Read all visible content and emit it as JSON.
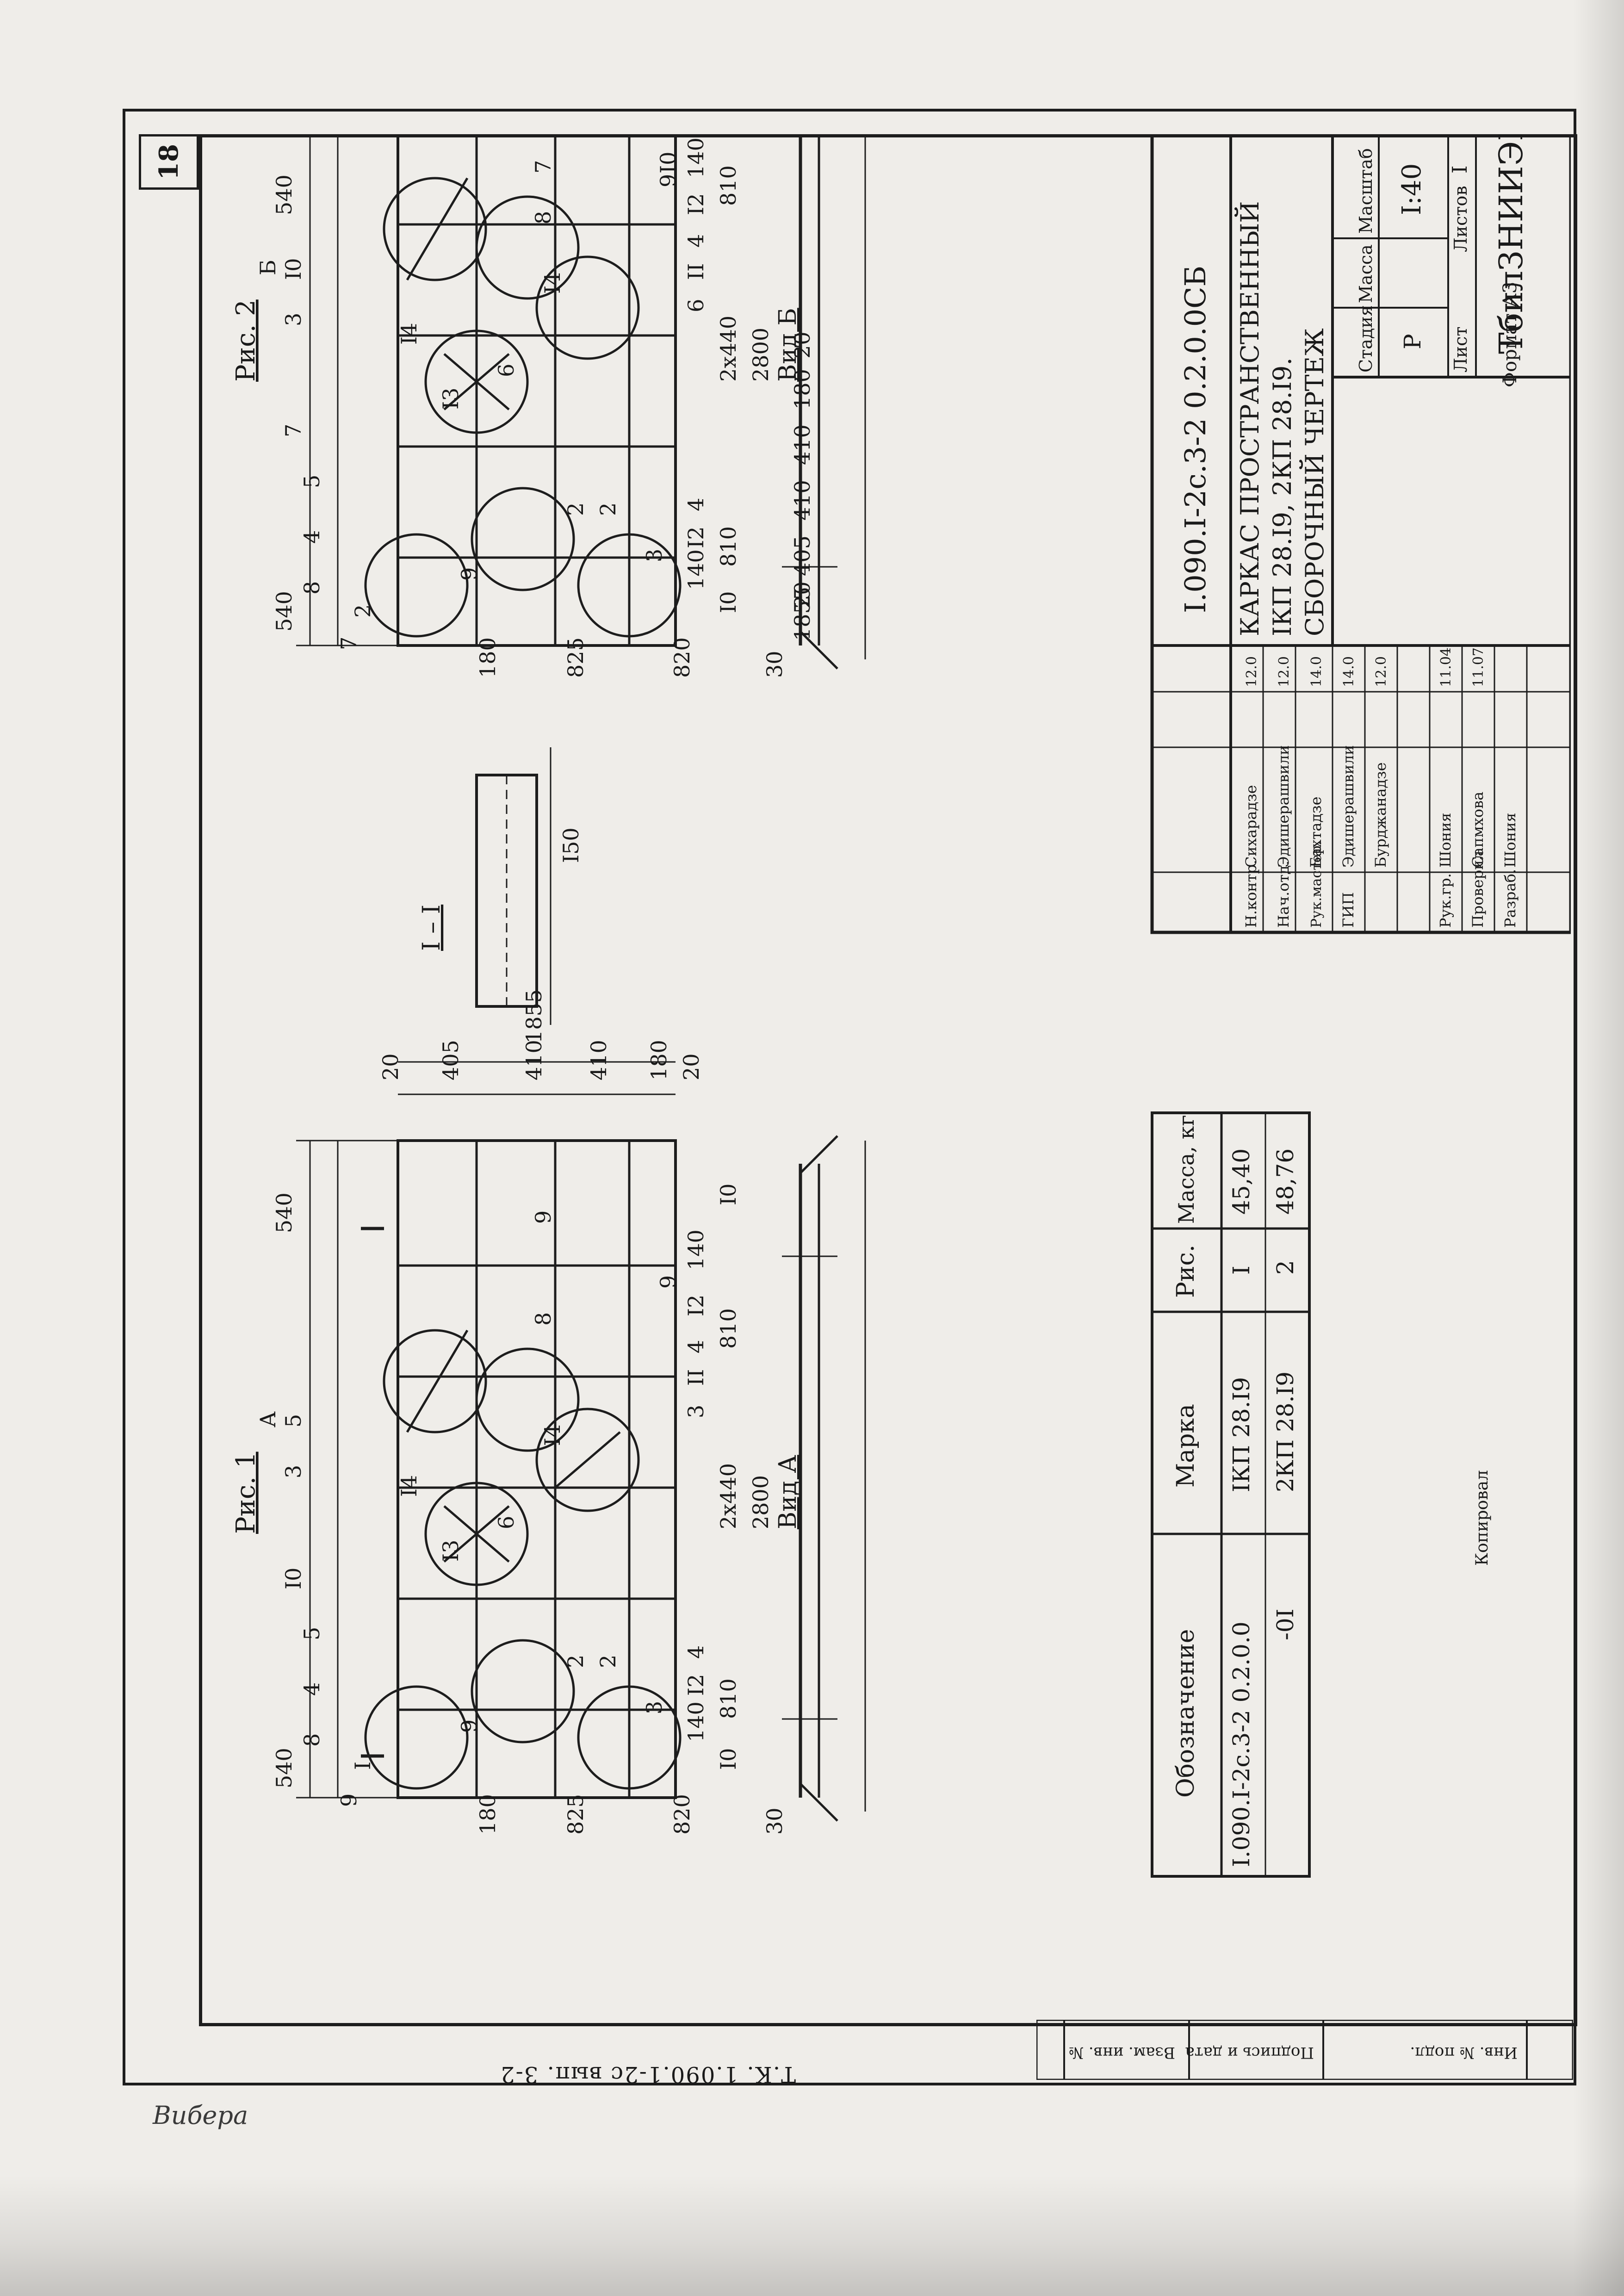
{
  "sheet": {
    "sheet_number": "18",
    "footer_series": "Т.К. 1.090.1-2с вып. 3-2",
    "format": "Формат А3",
    "copied": "Копировал",
    "signature": "Вибера"
  },
  "left_stamp": {
    "col1": "Инв. № подл.",
    "col2": "Подпись и дата",
    "col3": "Взам. инв. №"
  },
  "figure1": {
    "title": "Рис. 1",
    "view_label": "Вид А",
    "section_label": "I – I",
    "arrow_A": "А",
    "dims_top": [
      "540",
      "540",
      "810",
      "2х440",
      "810",
      "2800",
      "140",
      "140",
      "I2",
      "I2",
      "4",
      "4",
      "II",
      "3",
      "9",
      "I0",
      "I0"
    ],
    "dims_side": [
      "30",
      "820",
      "825",
      "180",
      "1855",
      "20",
      "405",
      "410",
      "410",
      "180",
      "20"
    ],
    "positions": [
      "9",
      "I",
      "8",
      "4",
      "5",
      "I0",
      "3",
      "5",
      "I3",
      "I4",
      "I4",
      "6",
      "9",
      "2",
      "2",
      "3",
      "8",
      "9"
    ]
  },
  "figure2": {
    "title": "Рис. 2",
    "view_label": "Вид Б",
    "arrow_B": "Б",
    "dims_top": [
      "540",
      "540",
      "810",
      "2х440",
      "810",
      "2800",
      "140",
      "140",
      "I2",
      "I2",
      "4",
      "4",
      "II",
      "6",
      "9",
      "I0",
      "I0"
    ],
    "dims_side": [
      "30",
      "820",
      "825",
      "180",
      "1855",
      "20",
      "405",
      "410",
      "410",
      "180",
      "20"
    ],
    "positions": [
      "7",
      "2",
      "8",
      "4",
      "5",
      "7",
      "3",
      "I0",
      "I3",
      "I4",
      "I4",
      "6",
      "9",
      "2",
      "2",
      "3",
      "7",
      "8"
    ]
  },
  "view_dims": {
    "h150": "I50"
  },
  "spec_table": {
    "headers": [
      "Обозначение",
      "Марка",
      "Рис.",
      "Масса, кг"
    ],
    "rows": [
      [
        "I.090.I-2с.3-2 0.2.0.0",
        "IКП 28.I9",
        "I",
        "45,40"
      ],
      [
        "-0I",
        "2КП 28.I9",
        "2",
        "48,76"
      ]
    ]
  },
  "title_block": {
    "doc_code": "I.090.I-2с.3-2 0.2.0.0СБ",
    "title_line1": "КАРКАС ПРОСТРАНСТВЕННЫЙ",
    "title_line2": "IКП 28.I9, 2КП 28.I9.",
    "title_line3": "СБОРОЧНЫЙ ЧЕРТЕЖ",
    "stage_label": "Стадия",
    "mass_label": "Масса",
    "scale_label": "Масштаб",
    "stage": "Р",
    "scale": "I:40",
    "sheet_label": "Лист",
    "sheets_label": "Листов",
    "sheets": "I",
    "org": "ТбилЗНИИЭП",
    "signers": [
      {
        "role": "Н.контр.",
        "name": "Сихарадзе",
        "date": "12.0"
      },
      {
        "role": "Нач.отд.",
        "name": "Эдишерашвили",
        "date": "12.0"
      },
      {
        "role": "Рук.мастер.",
        "name": "Бахтадзе",
        "date": "14.0"
      },
      {
        "role": "ГИП",
        "name": "Эдишерашвили",
        "date": "14.0"
      },
      {
        "role": "",
        "name": "Бурджанадзе",
        "date": "12.0"
      },
      {
        "role": "Рук.гр.",
        "name": "Шония",
        "date": "11.04"
      },
      {
        "role": "Проверил",
        "name": "Сапмхова",
        "date": "11.07"
      },
      {
        "role": "Разраб.",
        "name": "Шония",
        "date": ""
      }
    ]
  }
}
